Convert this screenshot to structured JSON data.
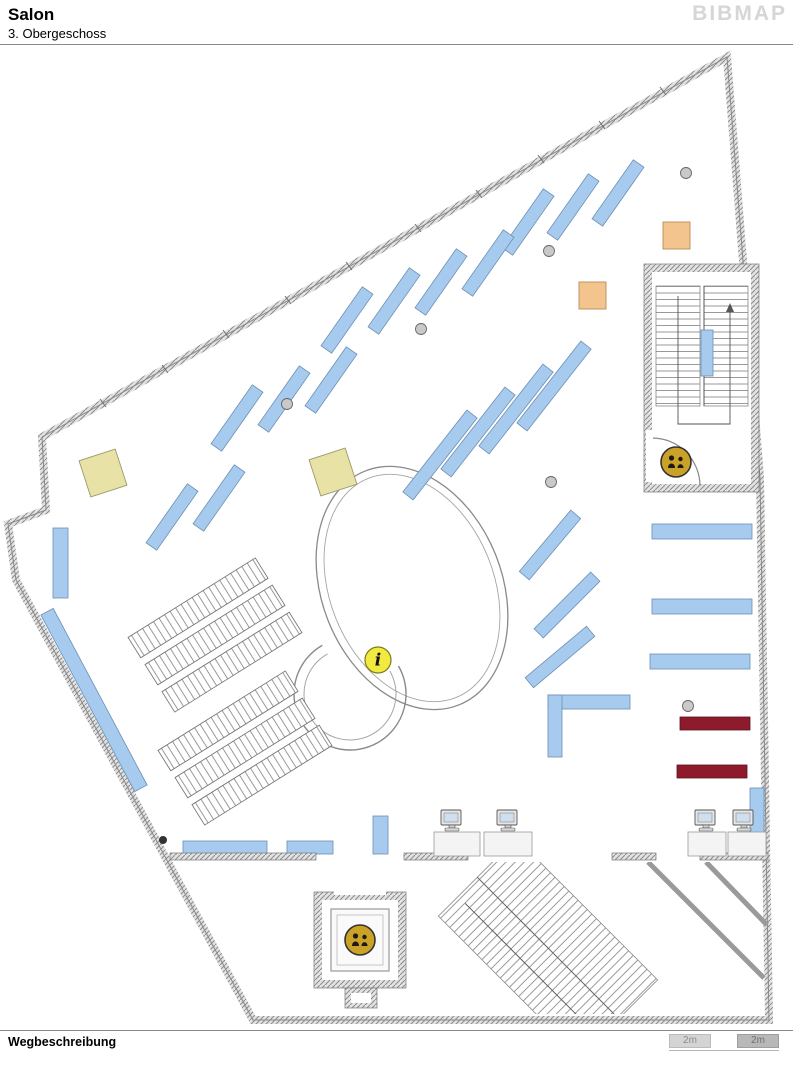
{
  "header": {
    "title": "Salon",
    "subtitle": "3. Obergeschoss",
    "logo": "BIBMAP"
  },
  "footer": {
    "label": "Wegbeschreibung",
    "scale_segments": [
      "2m",
      "2m"
    ]
  },
  "map": {
    "info_glyph": "i",
    "icons": [
      "info-icon",
      "elevator-icon",
      "stairs",
      "computer-workstation",
      "bookshelf",
      "reading-table",
      "column"
    ]
  },
  "colors": {
    "shelf_blue": "#a6cbef",
    "shelf_red": "#8e1b2c",
    "beige": "#e8e2a6",
    "orange": "#f3c48e",
    "icon_yellow": "#f2ea3e",
    "elevator_gold": "#c9a227",
    "wall_gray": "#8d8d8d",
    "logo_gray": "#d6d6d6"
  }
}
